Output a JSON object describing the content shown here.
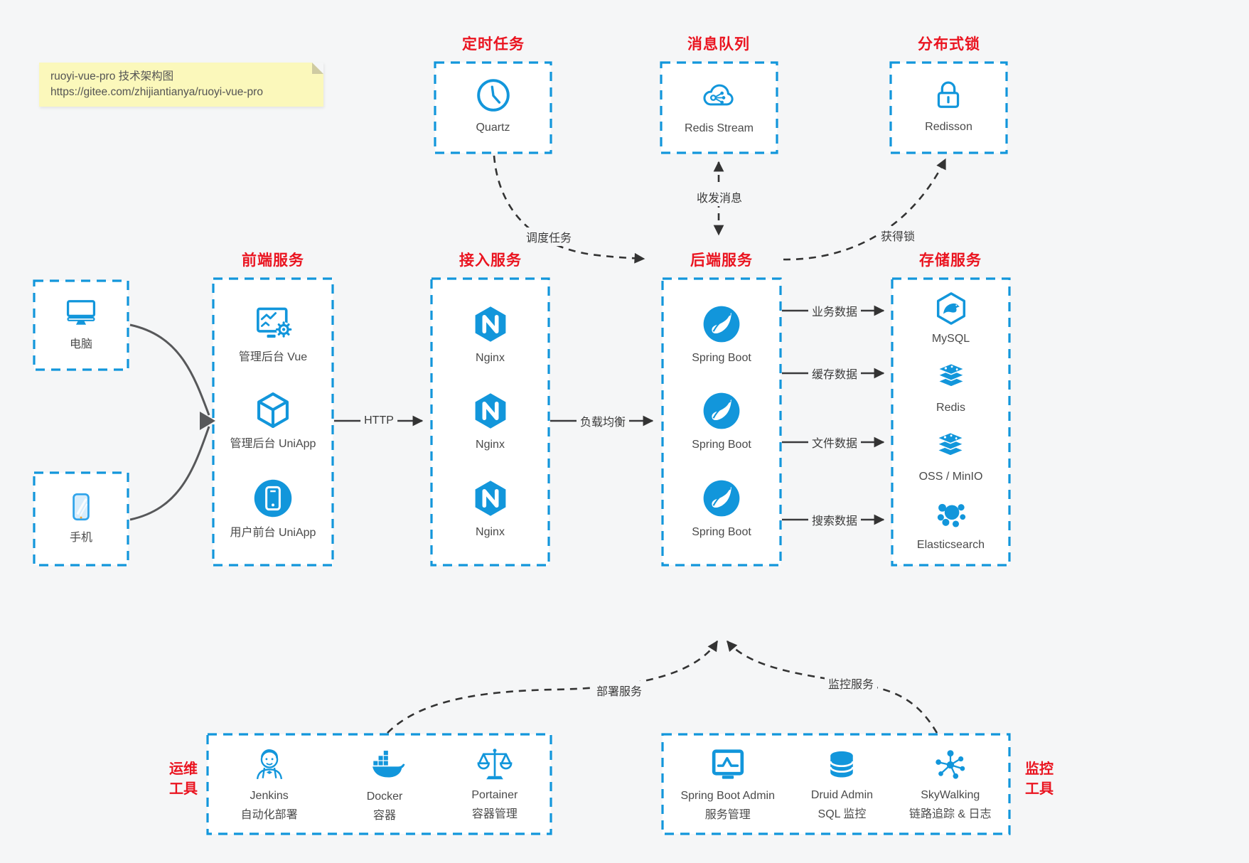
{
  "note": {
    "line1": "ruoyi-vue-pro 技术架构图",
    "line2": "https://gitee.com/zhijiantianya/ruoyi-vue-pro"
  },
  "colors": {
    "accent_blue": "#1296db",
    "title_red": "#ea1420",
    "note_bg": "#fbf8bb",
    "background": "#f5f6f7"
  },
  "groups": {
    "scheduler": {
      "title": "定时任务",
      "items": [
        {
          "label": "Quartz",
          "icon": "clock-icon"
        }
      ]
    },
    "mq": {
      "title": "消息队列",
      "items": [
        {
          "label": "Redis Stream",
          "icon": "cloud-stream-icon"
        }
      ]
    },
    "lock": {
      "title": "分布式锁",
      "items": [
        {
          "label": "Redisson",
          "icon": "lock-icon"
        }
      ]
    },
    "clients": {
      "items": [
        {
          "label": "电脑",
          "icon": "desktop-icon"
        },
        {
          "label": "手机",
          "icon": "smartphone-icon"
        }
      ]
    },
    "frontend": {
      "title": "前端服务",
      "items": [
        {
          "label": "管理后台 Vue",
          "icon": "admin-screen-gear-icon"
        },
        {
          "label": "管理后台 UniApp",
          "icon": "cube-icon"
        },
        {
          "label": "用户前台 UniApp",
          "icon": "phone-circle-icon"
        }
      ]
    },
    "gateway": {
      "title": "接入服务",
      "items": [
        {
          "label": "Nginx",
          "icon": "nginx-icon"
        },
        {
          "label": "Nginx",
          "icon": "nginx-icon"
        },
        {
          "label": "Nginx",
          "icon": "nginx-icon"
        }
      ]
    },
    "backend": {
      "title": "后端服务",
      "items": [
        {
          "label": "Spring Boot",
          "icon": "spring-leaf-icon"
        },
        {
          "label": "Spring Boot",
          "icon": "spring-leaf-icon"
        },
        {
          "label": "Spring Boot",
          "icon": "spring-leaf-icon"
        }
      ]
    },
    "storage": {
      "title": "存储服务",
      "items": [
        {
          "label": "MySQL",
          "icon": "mysql-hexagon-icon"
        },
        {
          "label": "Redis",
          "icon": "layer-stack-icon"
        },
        {
          "label": "OSS / MinIO",
          "icon": "layer-stack-icon"
        },
        {
          "label": "Elasticsearch",
          "icon": "cluster-icon"
        }
      ]
    },
    "devops": {
      "title_lines": [
        "运维",
        "工具"
      ],
      "items": [
        {
          "label": "Jenkins",
          "sublabel": "自动化部署",
          "icon": "jenkins-butler-icon"
        },
        {
          "label": "Docker",
          "sublabel": "容器",
          "icon": "docker-whale-icon"
        },
        {
          "label": "Portainer",
          "sublabel": "容器管理",
          "icon": "scales-icon"
        }
      ]
    },
    "monitoring": {
      "title_lines": [
        "监控",
        "工具"
      ],
      "items": [
        {
          "label": "Spring Boot Admin",
          "sublabel": "服务管理",
          "icon": "monitor-chart-icon"
        },
        {
          "label": "Druid Admin",
          "sublabel": "SQL 监控",
          "icon": "database-icon"
        },
        {
          "label": "SkyWalking",
          "sublabel": "链路追踪 & 日志",
          "icon": "topology-icon"
        }
      ]
    }
  },
  "edges": {
    "http": "HTTP",
    "load_balance": "负载均衡",
    "schedule_job": "调度任务",
    "send_receive_message": "收发消息",
    "acquire_lock": "获得锁",
    "business_data": "业务数据",
    "cache_data": "缓存数据",
    "file_data": "文件数据",
    "search_data": "搜索数据",
    "deploy_service": "部署服务",
    "monitor_service": "监控服务"
  }
}
